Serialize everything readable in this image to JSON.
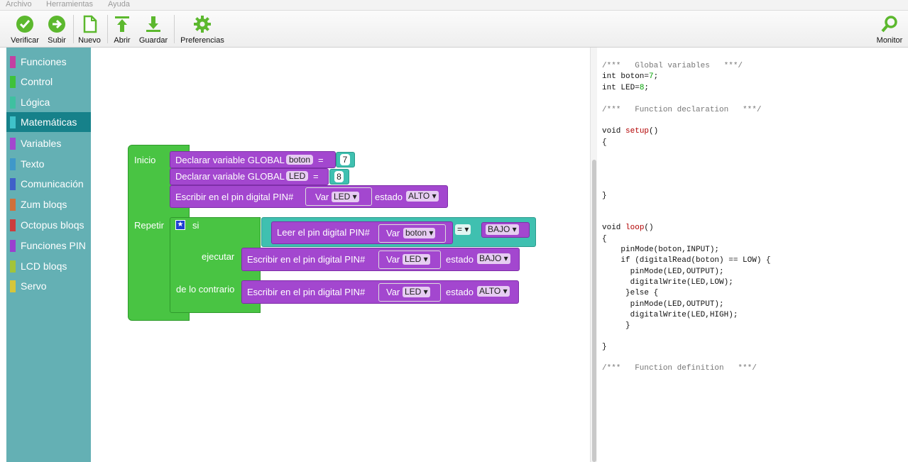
{
  "menu": {
    "archivo": "Archivo",
    "herramientas": "Herramientas",
    "ayuda": "Ayuda"
  },
  "toolbar": {
    "verificar": "Verificar",
    "subir": "Subir",
    "nuevo": "Nuevo",
    "abrir": "Abrir",
    "guardar": "Guardar",
    "preferencias": "Preferencias",
    "monitor": "Monitor"
  },
  "sidebar": {
    "items": [
      {
        "label": "Funciones",
        "color": "#c33fa2"
      },
      {
        "label": "Control",
        "color": "#3fc23a"
      },
      {
        "label": "Lógica",
        "color": "#3fc0a0"
      },
      {
        "label": "Matemáticas",
        "color": "#3fc2c9"
      },
      {
        "label": "Variables",
        "color": "#a347cf"
      },
      {
        "label": "Texto",
        "color": "#3f98c9"
      },
      {
        "label": "Comunicación",
        "color": "#3f5fc9"
      },
      {
        "label": "Zum bloqs",
        "color": "#d0703a"
      },
      {
        "label": "Octopus bloqs",
        "color": "#cc3d3d"
      },
      {
        "label": "Funciones PIN",
        "color": "#9a3fcf"
      },
      {
        "label": "LCD bloqs",
        "color": "#a2c43a"
      },
      {
        "label": "Servo",
        "color": "#d6c63a"
      }
    ],
    "selected": "Matemáticas"
  },
  "blocks": {
    "inicio": "Inicio",
    "repetir": "Repetir",
    "declarar1": {
      "text": "Declarar variable GLOBAL",
      "name": "boton",
      "eq": "=",
      "value": "7"
    },
    "declarar2": {
      "text": "Declarar variable GLOBAL",
      "name": "LED",
      "eq": "=",
      "value": "8"
    },
    "escribir1": {
      "text": "Escribir en el pin digital  PIN#",
      "var": "Var",
      "varname": "LED",
      "estado": "estado",
      "state": "ALTO"
    },
    "si": "si",
    "leer": {
      "text": "Leer el pin digital PIN#",
      "var": "Var",
      "varname": "boton"
    },
    "compare": "=",
    "bajo": "BAJO",
    "ejecutar": "ejecutar",
    "escribir2": {
      "text": "Escribir en el pin digital  PIN#",
      "var": "Var",
      "varname": "LED",
      "estado": "estado",
      "state": "BAJO"
    },
    "contrario": "de lo contrario",
    "escribir3": {
      "text": "Escribir en el pin digital  PIN#",
      "var": "Var",
      "varname": "LED",
      "estado": "estado",
      "state": "ALTO"
    }
  },
  "code": {
    "l1": "/***   Global variables   ***/",
    "l2a": "int boton=",
    "l2b": "7",
    "l2c": ";",
    "l3a": "int LED=",
    "l3b": "8",
    "l3c": ";",
    "l4": "/***   Function declaration   ***/",
    "l5a": "void ",
    "l5b": "setup",
    "l5c": "()",
    "l6": "{",
    "l7": "}",
    "l8a": "void ",
    "l8b": "loop",
    "l8c": "()",
    "l9": "{",
    "l10": "    pinMode(boton,INPUT);",
    "l11": "    if (digitalRead(boton) == LOW) {",
    "l12": "      pinMode(LED,OUTPUT);",
    "l13": "      digitalWrite(LED,LOW);",
    "l14": "     }else {",
    "l15": "      pinMode(LED,OUTPUT);",
    "l16": "      digitalWrite(LED,HIGH);",
    "l17": "     }",
    "l18": "}",
    "l19": "/***   Function definition   ***/"
  }
}
